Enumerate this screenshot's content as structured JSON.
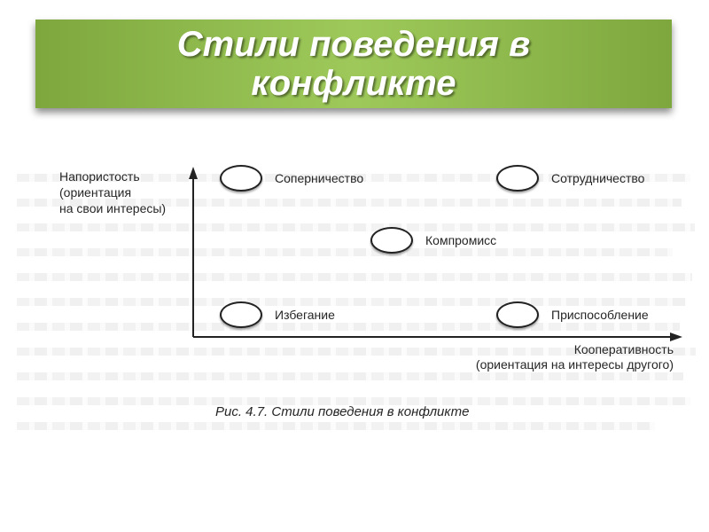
{
  "slide": {
    "title": "Стили поведения в конфликте",
    "accent_color": "#8db84a"
  },
  "diagram": {
    "y_axis_label": [
      "Напористость",
      "(ориентация",
      "на свои интересы)"
    ],
    "x_axis_label": [
      "Кооперативность",
      "(ориентация на интересы другого)"
    ],
    "caption": "Рис. 4.7. Стили поведения в конфликте",
    "styles": [
      {
        "id": "competition",
        "label": "Соперничество"
      },
      {
        "id": "cooperation",
        "label": "Сотрудничество"
      },
      {
        "id": "compromise",
        "label": "Компромисс"
      },
      {
        "id": "avoidance",
        "label": "Избегание"
      },
      {
        "id": "accommodation",
        "label": "Приспособление"
      }
    ]
  }
}
